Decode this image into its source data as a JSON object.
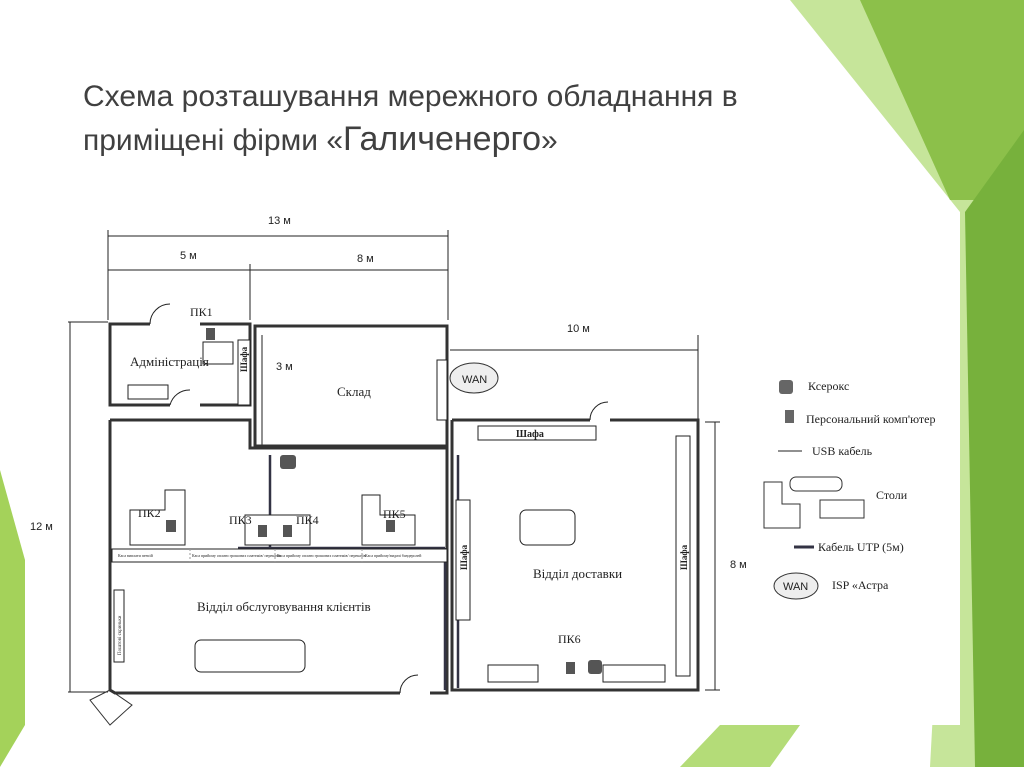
{
  "slide": {
    "title_line1": "Схема розташування мережного обладнання в",
    "title_line2_prefix": "приміщені фірми «",
    "title_brand": "Галиченерго",
    "title_line2_suffix": "»"
  },
  "plan": {
    "dimensions": {
      "total_width": "13 м",
      "left_width": "5 м",
      "right_width": "8 м",
      "delivery_width": "10 м",
      "height": "12 м",
      "store_height": "3 м",
      "delivery_height": "8 м"
    },
    "rooms": {
      "admin": "Адміністрація",
      "storage": "Склад",
      "clients": "Відділ обслуговування клієнтів",
      "delivery": "Відділ доставки"
    },
    "cabinet": "Шафа",
    "wan": "WAN",
    "pcs": [
      "ПК1",
      "ПК2",
      "ПК3",
      "ПК4",
      "ПК5",
      "ПК6"
    ],
    "counters": [
      "Каса виплати пенсій",
      "Каса прийому оплати грошових платежів/ переказів",
      "Каса прийому оплати грошових платежів/ переказів",
      "Каса прийому/видачі бандеролей"
    ],
    "mailboxes": "Поштові скриньки"
  },
  "legend": {
    "xerox": "Ксерокс",
    "pc": "Персональний комп'ютер",
    "usb": "USB кабель",
    "tables": "Столи",
    "utp": "Кабель UTP (5м)",
    "isp": "ISP «Астра"
  },
  "colors": {
    "green_light": "#a4d25a",
    "green_dark": "#6aa535",
    "text": "#404040"
  }
}
